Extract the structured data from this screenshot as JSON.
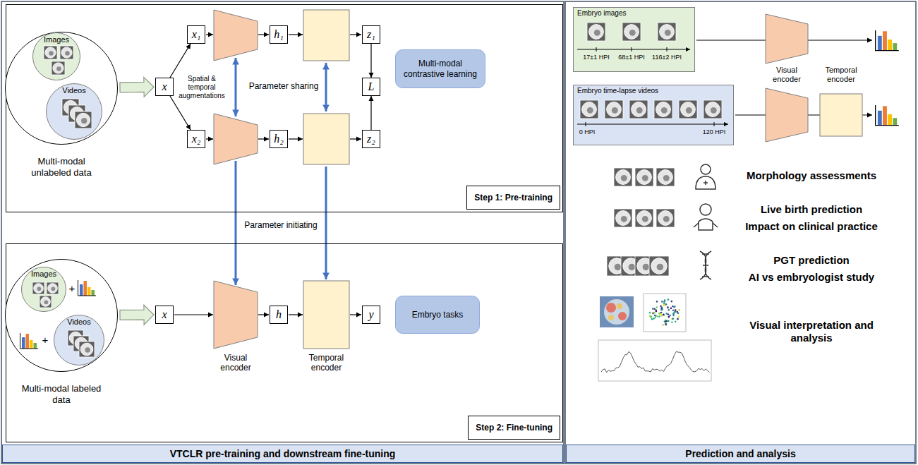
{
  "diagram": {
    "nodes": [
      {
        "text": [
          "Step 1: Pre-training"
        ]
      },
      {
        "text": [
          "Multi-modal unlabeled data"
        ],
        "in": 0
      },
      {
        "text": [
          "Images"
        ],
        "in": 1
      },
      {
        "text": [
          "Videos"
        ],
        "in": 1
      },
      {
        "text": [
          "x"
        ],
        "in": 0
      },
      {
        "text": [
          "x₁"
        ],
        "in": 0
      },
      {
        "text": [
          "x₂"
        ],
        "in": 0
      },
      {
        "text": [
          "h₁"
        ],
        "in": 0
      },
      {
        "text": [
          "h₂"
        ],
        "in": 0
      },
      {
        "text": [
          "z₁"
        ],
        "in": 0
      },
      {
        "text": [
          "L"
        ],
        "in": 0
      },
      {
        "text": [
          "z₂"
        ],
        "in": 0
      },
      {
        "text": [
          "Multi-modal contrastive learning"
        ],
        "in": 0
      },
      {
        "text": [
          "Step 2: Fine-tuning"
        ]
      },
      {
        "text": [
          "Multi-modal labeled data"
        ],
        "in": 13
      },
      {
        "text": [
          "Images"
        ],
        "in": 14
      },
      {
        "text": [
          "Videos"
        ],
        "in": 14
      },
      {
        "text": [
          "x"
        ],
        "in": 13
      },
      {
        "text": [
          "h"
        ],
        "in": 13
      },
      {
        "text": [
          "y"
        ],
        "in": 13
      },
      {
        "text": [
          "Embryo tasks"
        ],
        "in": 13
      },
      {
        "text": [
          "VTCLR pre-training and downstream fine-tuning"
        ]
      },
      {
        "text": [
          "Embryo images",
          "17±1 HPI",
          "68±1 HPI",
          "116±2 HPI"
        ]
      },
      {
        "text": [
          "Embryo time-lapse videos",
          "0 HPI",
          "120 HPI"
        ]
      },
      {
        "text": [
          "Prediction and analysis"
        ]
      }
    ],
    "edges": [
      {
        "from": 1,
        "to": 4,
        "arrow": "to"
      },
      {
        "from": 4,
        "to": 5,
        "arrow": "to"
      },
      {
        "from": 4,
        "to": 6,
        "arrow": "to"
      },
      {
        "from": 9,
        "to": 10,
        "arrow": "to"
      },
      {
        "from": 11,
        "to": 10,
        "arrow": "to"
      },
      {
        "from": 14,
        "to": 17,
        "arrow": "to"
      }
    ],
    "labels": [
      "Spatial & temporal augmentations",
      "Parameter sharing",
      "Parameter initiating",
      "+",
      "+",
      "Visual encoder",
      "Temporal encoder",
      "Visual encoder",
      "Temporal encoder",
      "Morphology assessments",
      "Live birth prediction",
      "Impact on clinical practice",
      "PGT prediction",
      "AI vs embryologist study",
      "Visual interpretation and analysis"
    ]
  }
}
